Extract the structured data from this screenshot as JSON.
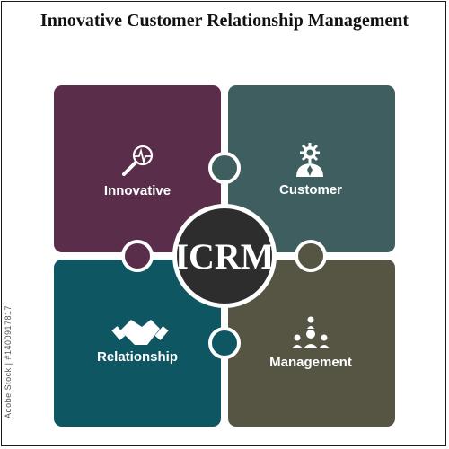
{
  "title": "Innovative Customer Relationship Management",
  "center_label": "ICRM",
  "stock_id": "Adobe Stock | #1400917817",
  "pieces": [
    {
      "label": "Innovative",
      "icon": "magnifier-pulse-icon",
      "color": "#5a2e4a"
    },
    {
      "label": "Customer",
      "icon": "businessman-gear-icon",
      "color": "#3f5e5f"
    },
    {
      "label": "Relationship",
      "icon": "handshake-icon",
      "color": "#0f5663"
    },
    {
      "label": "Management",
      "icon": "team-network-icon",
      "color": "#565443"
    }
  ],
  "colors": {
    "center_fill": "#2d2d2d",
    "center_ring": "#ffffff"
  }
}
